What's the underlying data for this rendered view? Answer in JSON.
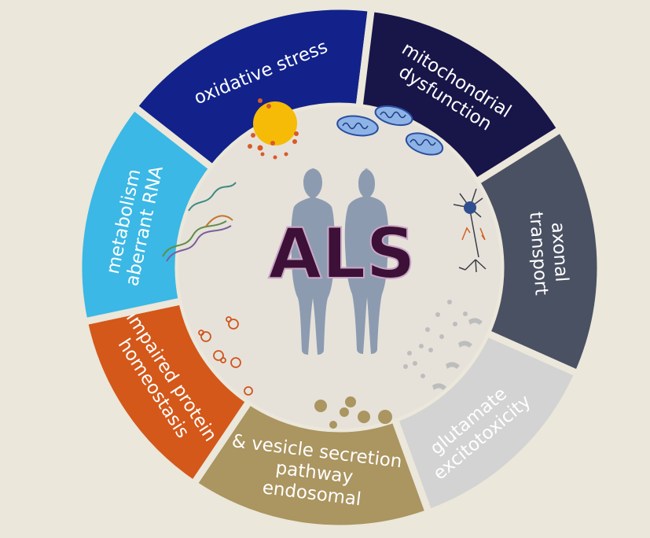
{
  "center": {
    "label": "ALS",
    "label_fill": "#3d1038",
    "label_stroke": "#c9a7c4",
    "disc_color": "#e6e2da",
    "figures_color": "#8d9bb1"
  },
  "segments": [
    {
      "id": "oxidative-stress",
      "lines": [
        "oxidative stress"
      ],
      "color": "#12228a",
      "text_color": "#ffffff"
    },
    {
      "id": "mitochondrial-dysfunction",
      "lines": [
        "mitochondrial",
        "dysfunction"
      ],
      "color": "#181549",
      "text_color": "#ffffff"
    },
    {
      "id": "axonal-transport",
      "lines": [
        "axonal",
        "transport"
      ],
      "color": "#4a5163",
      "text_color": "#ffffff"
    },
    {
      "id": "glutamate-excitotoxicity",
      "lines": [
        "glutamate",
        "excitotoxicity"
      ],
      "color": "#d3d3d3",
      "text_color": "#ffffff"
    },
    {
      "id": "endosomal-pathway",
      "lines": [
        "endosomal",
        "pathway",
        "& vesicle secretion"
      ],
      "color": "#ab9560",
      "text_color": "#ffffff"
    },
    {
      "id": "impaired-protein-homeostasis",
      "lines": [
        "impaired protein",
        "homeostasis"
      ],
      "color": "#d4581a",
      "text_color": "#ffffff"
    },
    {
      "id": "aberrant-rna-metabolism",
      "lines": [
        "aberrant RNA",
        "metabolism"
      ],
      "color": "#3bb8e5",
      "text_color": "#ffffff"
    }
  ],
  "icons": [
    {
      "name": "oxidized-particle-icon"
    },
    {
      "name": "mitochondria-icon"
    },
    {
      "name": "neuron-icon"
    },
    {
      "name": "glutamate-receptor-icon"
    },
    {
      "name": "vesicle-icon"
    },
    {
      "name": "protein-aggregate-icon"
    },
    {
      "name": "rna-strand-icon"
    }
  ]
}
